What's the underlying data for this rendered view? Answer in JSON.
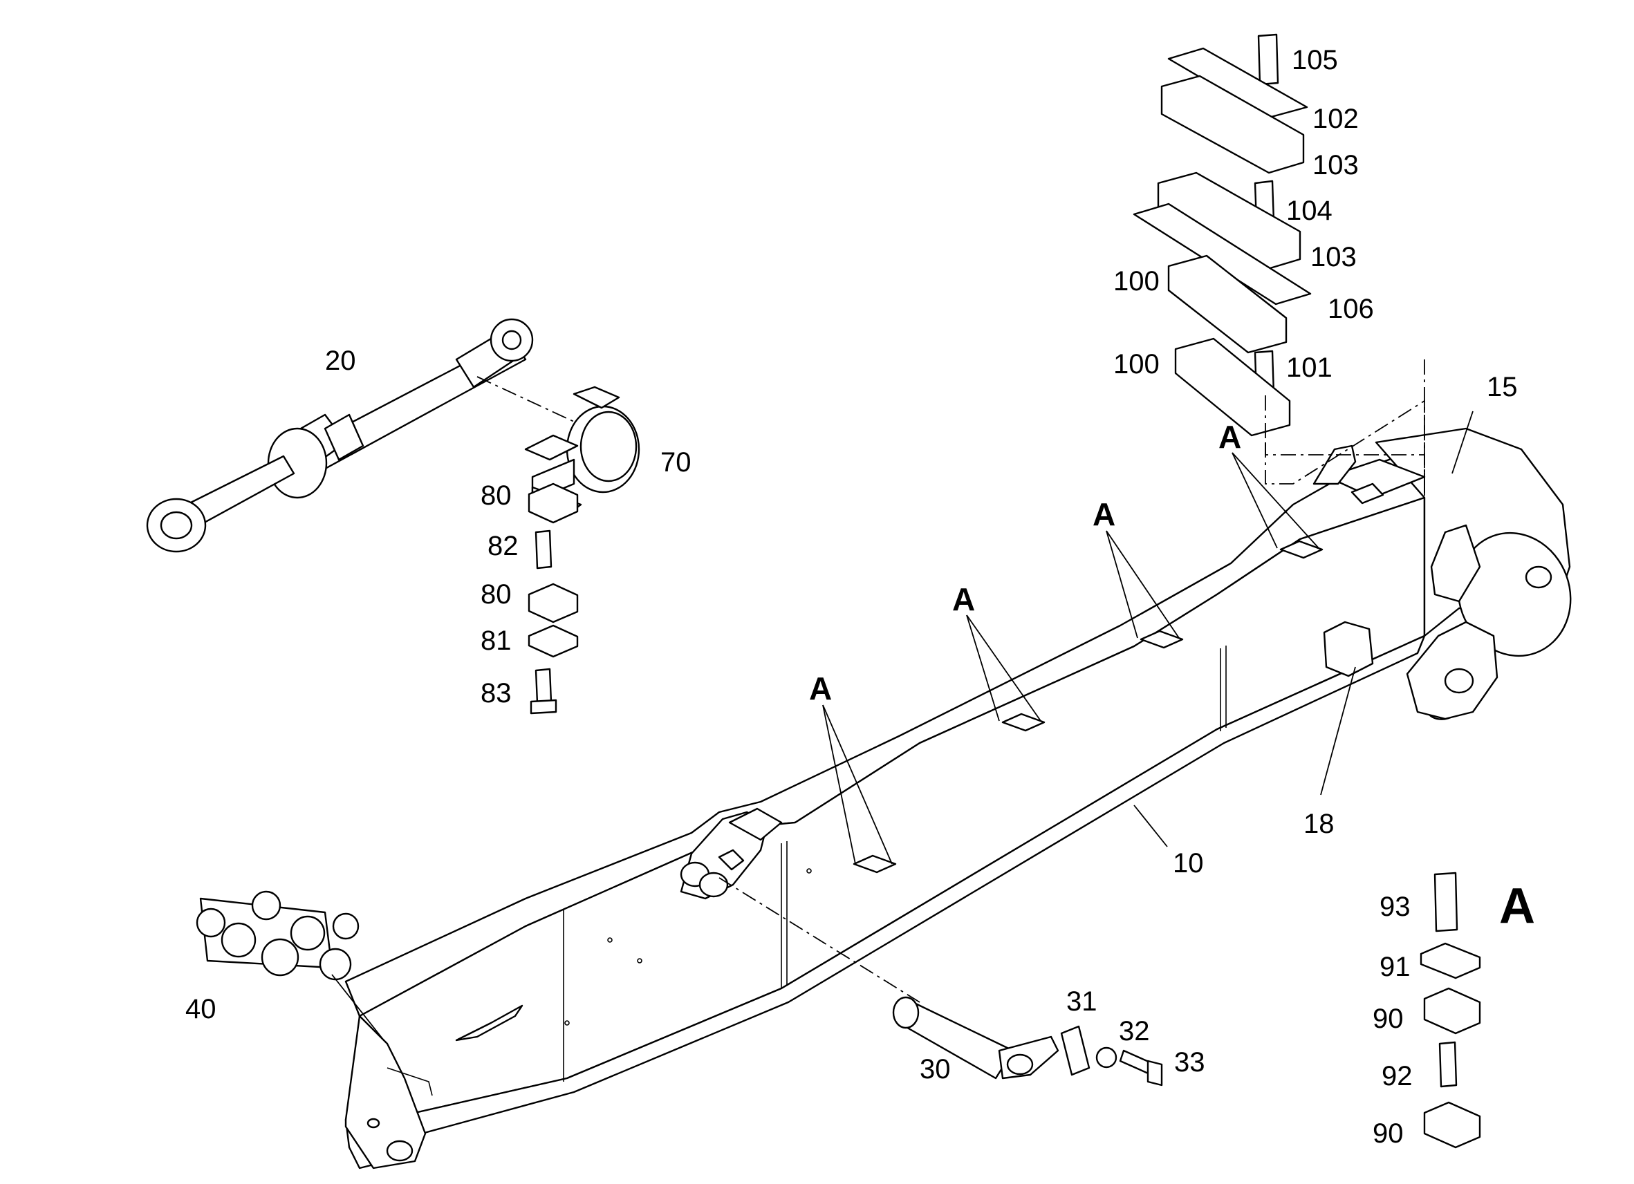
{
  "labels": {
    "p10": "10",
    "p15": "15",
    "p18": "18",
    "p20": "20",
    "p30": "30",
    "p31": "31",
    "p32": "32",
    "p33": "33",
    "p40": "40",
    "p70": "70",
    "p80_upper": "80",
    "p80_lower": "80",
    "p81": "81",
    "p82": "82",
    "p83": "83",
    "p90_upper": "90",
    "p90_lower": "90",
    "p91": "91",
    "p92": "92",
    "p93": "93",
    "p100_upper": "100",
    "p100_lower": "100",
    "p101": "101",
    "p102": "102",
    "p103_upper": "103",
    "p103_lower": "103",
    "p104": "104",
    "p105": "105",
    "p106": "106"
  },
  "detail": {
    "callout": "A",
    "section_title": "A"
  }
}
